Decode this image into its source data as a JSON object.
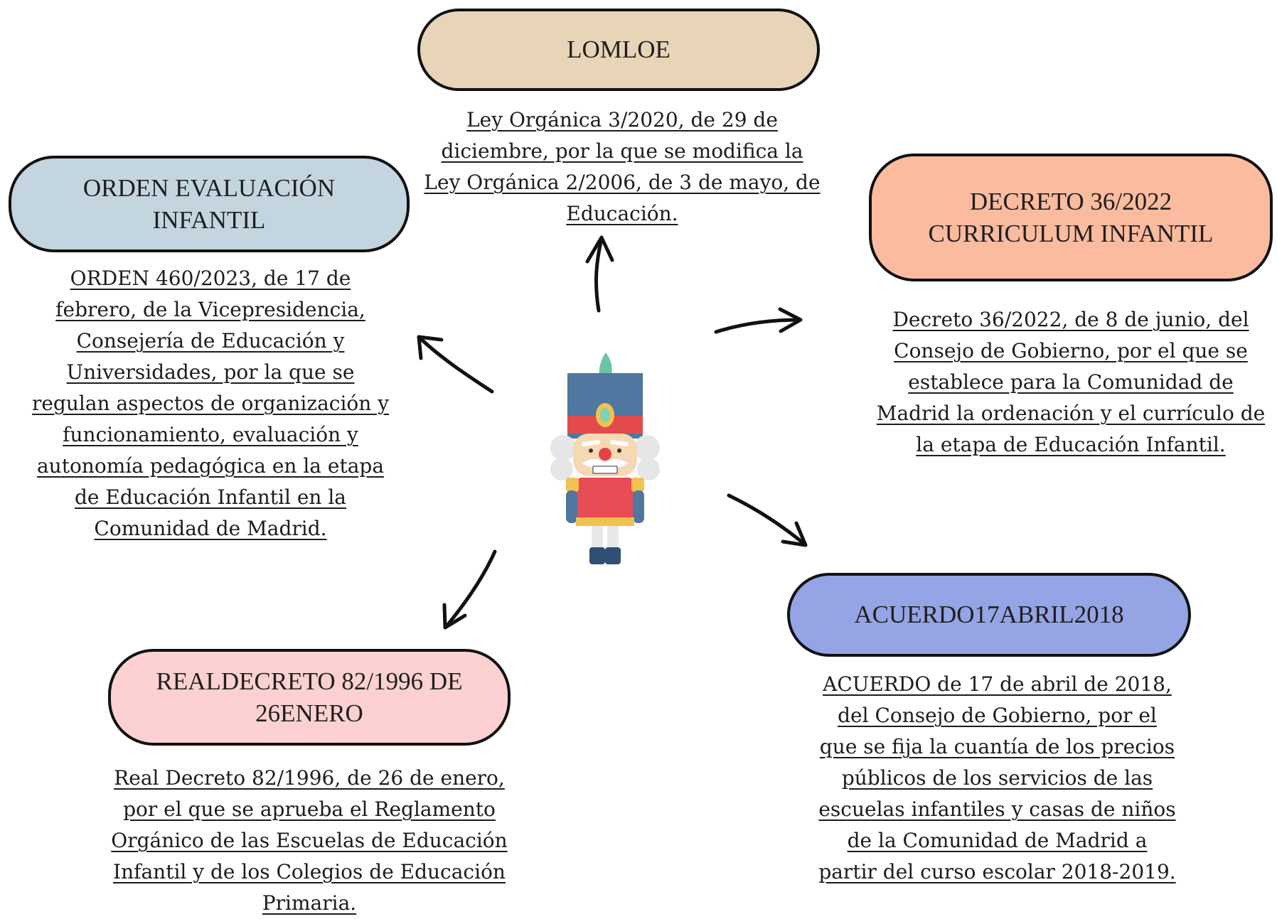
{
  "nodes": {
    "lomloe": {
      "title": "LOMLOE",
      "description": "Ley Orgánica 3/2020, de 29 de diciembre, por la que se modifica la Ley Orgánica 2/2006, de 3 de mayo, de Educación.",
      "color": "#e8d5b8"
    },
    "orden": {
      "title": "ORDEN EVALUACIÓN INFANTIL",
      "description": "ORDEN 460/2023, de 17 de febrero, de la Vicepresidencia, Consejería de Educación y Universidades, por la que se regulan aspectos de organización y funcionamiento, evaluación y autonomía pedagógica en la etapa de Educación Infantil en la Comunidad de Madrid.",
      "color": "#c3d5df"
    },
    "decreto": {
      "title": "DECRETO 36/2022 CURRICULUM INFANTIL",
      "description": "Decreto 36/2022, de 8 de junio, del Consejo de Gobierno, por el que se establece para la Comunidad de Madrid la ordenación y el currículo de la etapa de Educación Infantil.",
      "color": "#fbbb9f"
    },
    "acuerdo": {
      "title": "ACUERDO17ABRIL2018",
      "description": "ACUERDO de 17 de abril de 2018, del Consejo de Gobierno, por el que se fija la cuantía de los precios públicos de los servicios de las escuelas infantiles y casas de niños de la Comunidad de Madrid a partir del curso escolar 2018-2019.",
      "color": "#95a4e5"
    },
    "real_decreto": {
      "title": "REALDECRETO 82/1996 DE 26ENERO",
      "description": "Real Decreto 82/1996, de 26 de enero, por el que se aprueba el Reglamento Orgánico de las Escuelas de Educación Infantil y de los Colegios de Educación Primaria.",
      "color": "#fdd1d1"
    }
  },
  "center_icon": "nutcracker-soldier-icon"
}
